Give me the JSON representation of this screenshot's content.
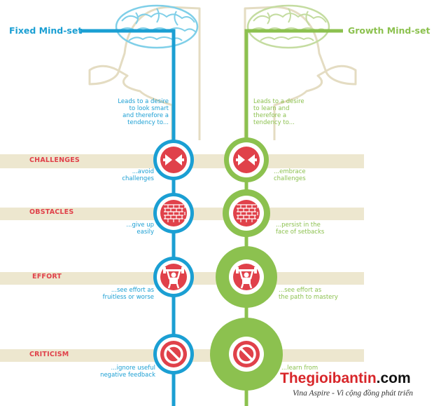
{
  "colors": {
    "fixed": "#1b9fd3",
    "growth": "#8cc14f",
    "accent": "#e0414a",
    "band": "#ede7cf",
    "head_outline": "#e4dcc2",
    "brain_fixed": "#7fcfe8",
    "brain_growth": "#c4dca0"
  },
  "fixed": {
    "title": "Fixed Mind-set",
    "intro": [
      "Leads to a desire",
      "to look smart",
      "and therefore a",
      "tendency to..."
    ]
  },
  "growth": {
    "title": "Growth Mind-set",
    "intro": [
      "Leads to a desire",
      "to learn and",
      "therefore a",
      "tendency to..."
    ]
  },
  "rows": [
    {
      "label": "CHALLENGES",
      "icon": "arrows-icon",
      "fixed": [
        "...avoid",
        "challenges"
      ],
      "growth": [
        "...embrace",
        "challenges"
      ]
    },
    {
      "label": "OBSTACLES",
      "icon": "brick-wall-icon",
      "fixed": [
        "...give up",
        "easily"
      ],
      "growth": [
        "...persist in the",
        "face of setbacks"
      ]
    },
    {
      "label": "EFFORT",
      "icon": "weightlifter-icon",
      "fixed": [
        "...see effort as",
        "fruitless or worse"
      ],
      "growth": [
        "...see effort as",
        "the path to mastery"
      ]
    },
    {
      "label": "CRITICISM",
      "icon": "no-entry-icon",
      "fixed": [
        "...ignore useful",
        "negative feedback"
      ],
      "growth": [
        "...learn from",
        ""
      ]
    }
  ],
  "watermark": {
    "brand_red": "Thegioibantin",
    "brand_dark": ".com",
    "tagline": "Vina Aspire - Vì cộng đồng phát triển"
  }
}
